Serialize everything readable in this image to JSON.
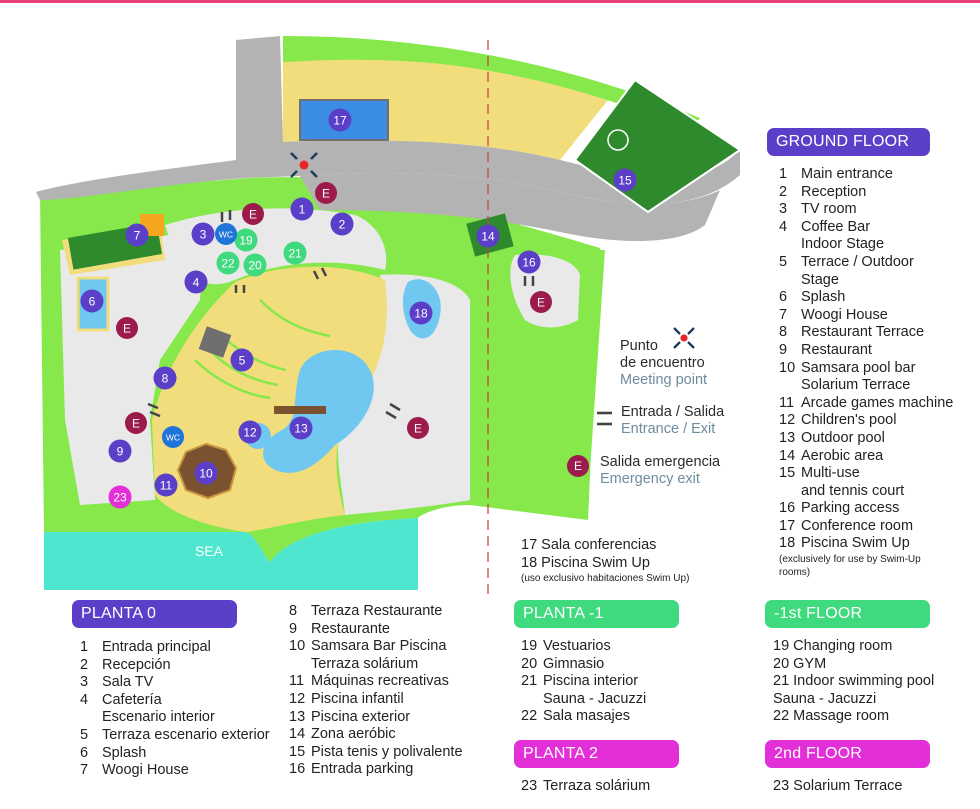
{
  "map": {
    "sea_label": "SEA",
    "markers": [
      {
        "label": "1"
      },
      {
        "label": "2"
      },
      {
        "label": "3"
      },
      {
        "label": "4"
      },
      {
        "label": "5"
      },
      {
        "label": "6"
      },
      {
        "label": "7"
      },
      {
        "label": "8"
      },
      {
        "label": "9"
      },
      {
        "label": "10"
      },
      {
        "label": "11"
      },
      {
        "label": "12"
      },
      {
        "label": "13"
      },
      {
        "label": "14"
      },
      {
        "label": "15"
      },
      {
        "label": "16"
      },
      {
        "label": "17"
      },
      {
        "label": "18"
      },
      {
        "label": "19"
      },
      {
        "label": "20"
      },
      {
        "label": "21"
      },
      {
        "label": "22"
      },
      {
        "label": "23"
      }
    ],
    "wc_label": "WC",
    "emergency_label": "E"
  },
  "legend": {
    "meeting_es_1": "Punto",
    "meeting_es_2": "de encuentro",
    "meeting_en": "Meeting point",
    "entrance_es": "Entrada / Salida",
    "entrance_en": "Entrance / Exit",
    "emergency_es": "Salida emergencia",
    "emergency_en": "Emergency exit",
    "emergency_icon": "E"
  },
  "ground_floor": {
    "title": "GROUND FLOOR",
    "items": [
      {
        "n": "1",
        "text": "Main entrance"
      },
      {
        "n": "2",
        "text": "Reception"
      },
      {
        "n": "3",
        "text": "TV room"
      },
      {
        "n": "4",
        "text": "Coffee Bar",
        "cont": "Indoor Stage"
      },
      {
        "n": "5",
        "text": "Terrace / Outdoor",
        "cont": "Stage"
      },
      {
        "n": "6",
        "text": "Splash"
      },
      {
        "n": "7",
        "text": "Woogi House"
      },
      {
        "n": "8",
        "text": "Restaurant Terrace"
      },
      {
        "n": "9",
        "text": "Restaurant"
      },
      {
        "n": "10",
        "text": "Samsara pool bar",
        "cont": "Solarium Terrace"
      },
      {
        "n": "11",
        "text": "Arcade games machine"
      },
      {
        "n": "12",
        "text": "Children's pool"
      },
      {
        "n": "13",
        "text": "Outdoor pool"
      },
      {
        "n": "14",
        "text": "Aerobic area"
      },
      {
        "n": "15",
        "text": "Multi-use",
        "cont": "and tennis court"
      },
      {
        "n": "16",
        "text": "Parking access"
      },
      {
        "n": "17",
        "text": "Conference room"
      },
      {
        "n": "18",
        "text": "Piscina Swim Up"
      }
    ],
    "note_1": "(exclusively for use by Swim-Up",
    "note_2": "rooms)"
  },
  "center_extra": {
    "line_17": "17 Sala conferencias",
    "line_18": "18 Piscina Swim Up",
    "note": "(uso exclusivo habitaciones Swim Up)"
  },
  "planta0": {
    "title": "PLANTA 0",
    "col1": [
      {
        "n": "1",
        "text": "Entrada principal"
      },
      {
        "n": "2",
        "text": "Recepción"
      },
      {
        "n": "3",
        "text": "Sala TV"
      },
      {
        "n": "4",
        "text": "Cafetería",
        "cont": "Escenario interior"
      },
      {
        "n": "5",
        "text": "Terraza escenario exterior"
      },
      {
        "n": "6",
        "text": "Splash"
      },
      {
        "n": "7",
        "text": "Woogi House"
      }
    ],
    "col2": [
      {
        "n": "8",
        "text": "Terraza Restaurante"
      },
      {
        "n": "9",
        "text": "Restaurante"
      },
      {
        "n": "10",
        "text": "Samsara Bar Piscina",
        "cont": "Terraza solárium"
      },
      {
        "n": "11",
        "text": "Máquinas recreativas"
      },
      {
        "n": "12",
        "text": "Piscina infantil"
      },
      {
        "n": "13",
        "text": "Piscina exterior"
      },
      {
        "n": "14",
        "text": "Zona aeróbic"
      },
      {
        "n": "15",
        "text": "Pista tenis y polivalente"
      },
      {
        "n": "16",
        "text": "Entrada parking"
      }
    ]
  },
  "planta_minus1": {
    "title": "PLANTA -1",
    "items": [
      {
        "n": "19",
        "text": "Vestuarios"
      },
      {
        "n": "20",
        "text": "Gimnasio"
      },
      {
        "n": "21",
        "text": "Piscina interior",
        "cont": "Sauna - Jacuzzi"
      },
      {
        "n": "22",
        "text": "Sala masajes"
      }
    ]
  },
  "planta2": {
    "title": "PLANTA 2",
    "items": [
      {
        "n": "23",
        "text": "Terraza solárium"
      }
    ]
  },
  "first_floor": {
    "title": "-1st FLOOR",
    "items": [
      {
        "text": "19 Changing room"
      },
      {
        "text": "20 GYM"
      },
      {
        "text": "21 Indoor swimming pool"
      },
      {
        "text": "Sauna - Jacuzzi"
      },
      {
        "text": "22 Massage room"
      }
    ]
  },
  "second_floor": {
    "title": "2nd FLOOR",
    "items": [
      {
        "text": "23 Solarium Terrace"
      }
    ]
  },
  "colors": {
    "accent_top": "#e6417a",
    "grass": "#86e84b",
    "sand": "#f2dd7c",
    "road": "#b3b3b3",
    "paving": "#e9e9e9",
    "water": "#70c7f0",
    "sea": "#4fe6cf",
    "marker_blue": "#5b3fc9",
    "marker_green": "#3fd97e",
    "marker_pink": "#e22fd8",
    "emergency": "#9c1b4c",
    "court": "#2e8a2c"
  }
}
